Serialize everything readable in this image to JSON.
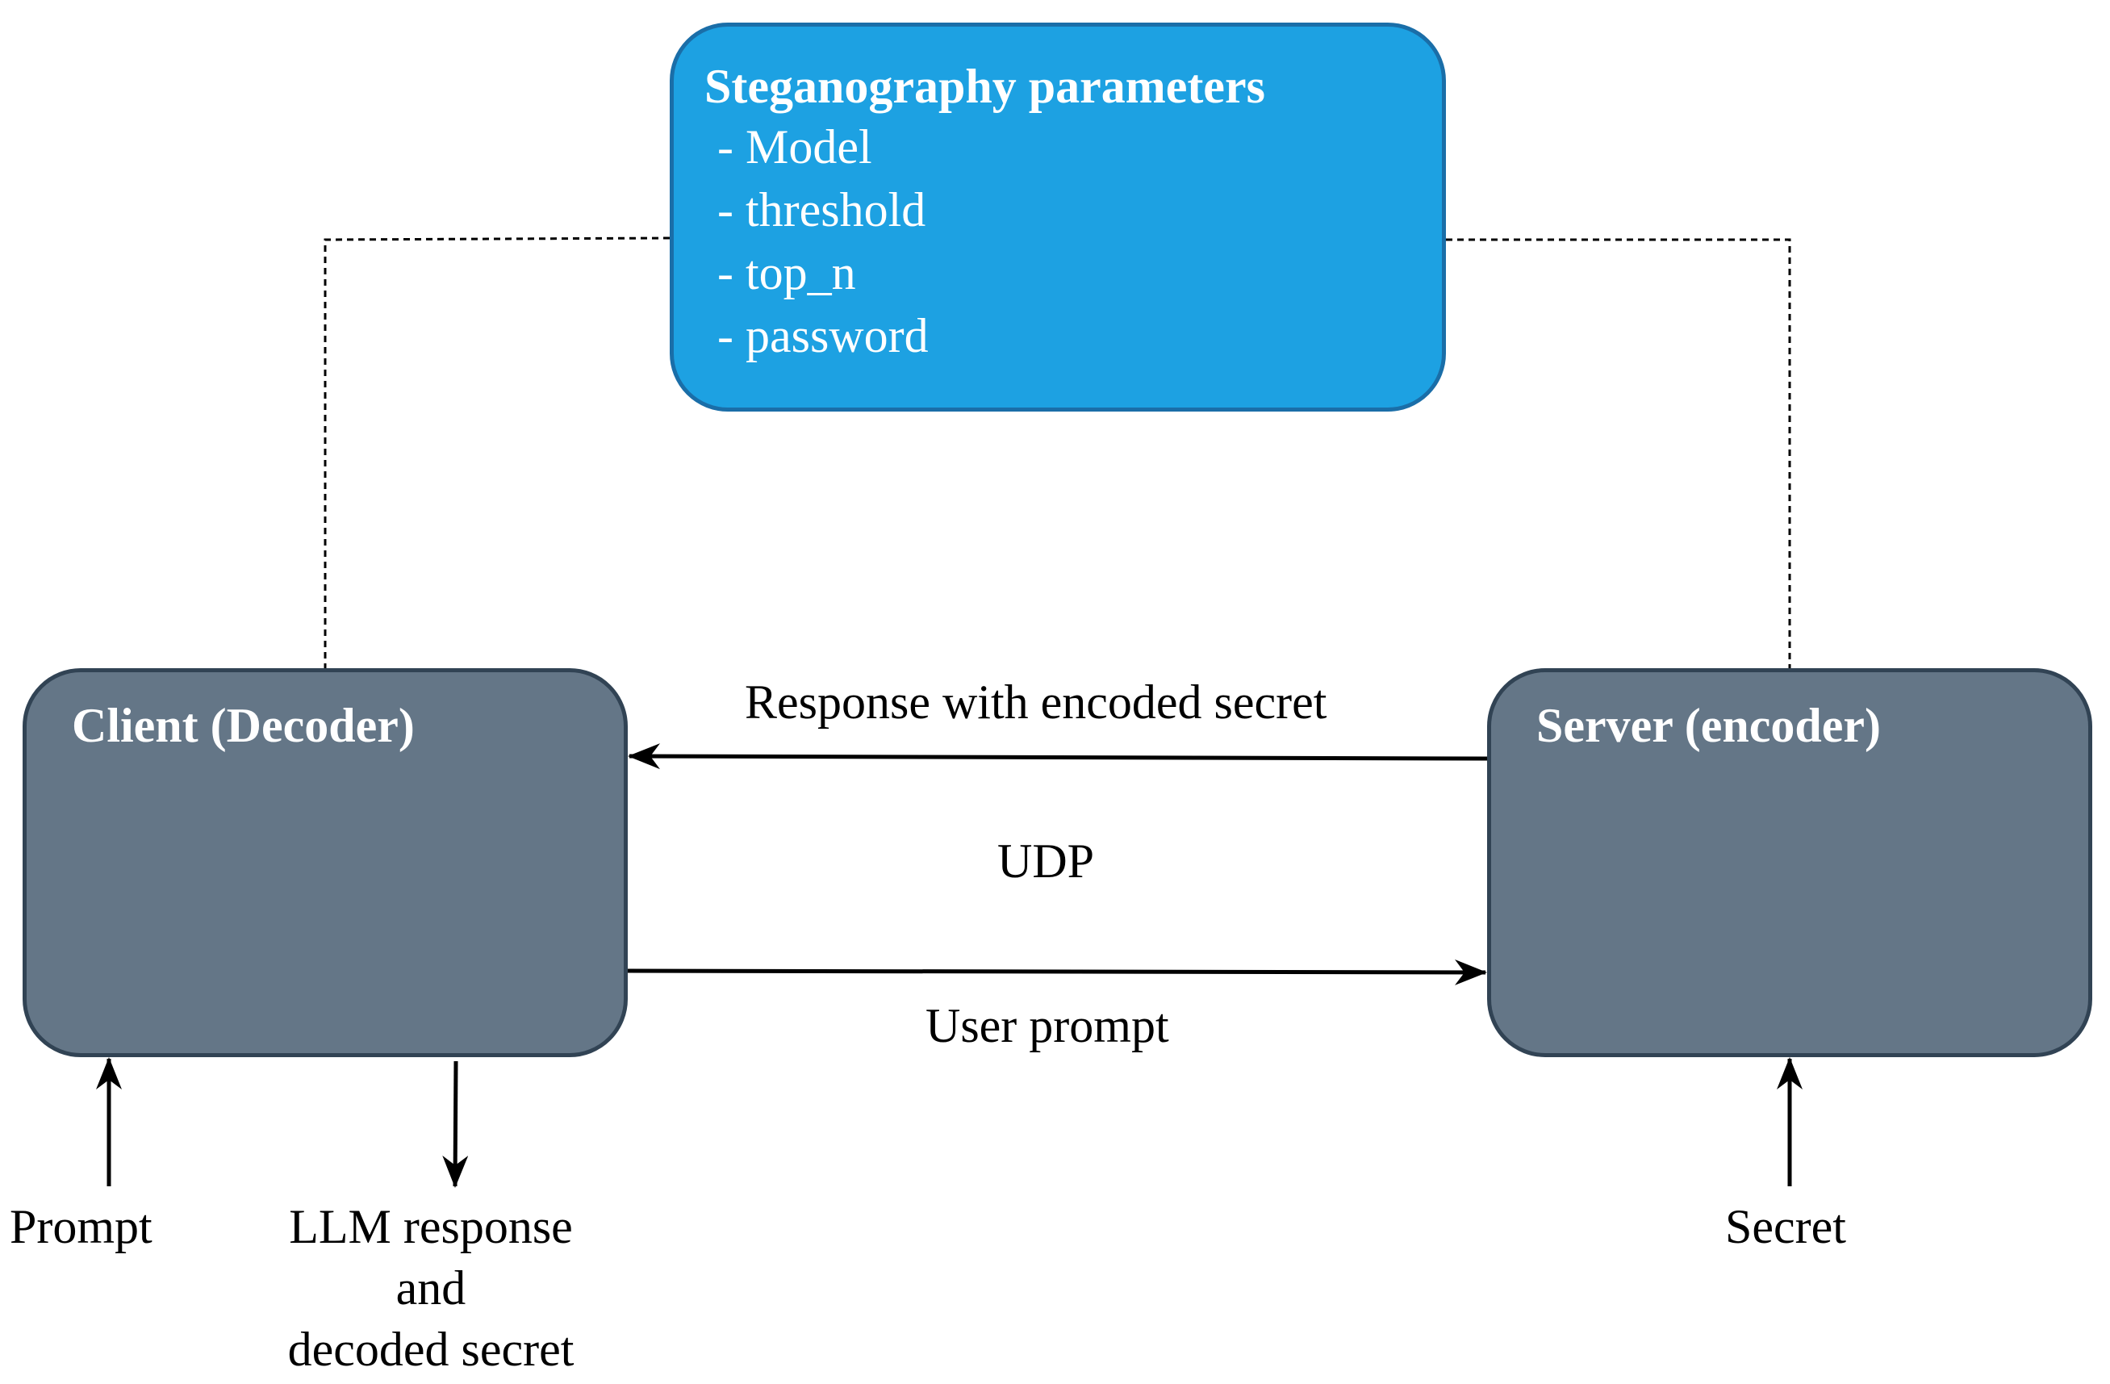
{
  "colors": {
    "params_fill": "#1da1e2",
    "params_border": "#1a6ea8",
    "node_fill": "#647687",
    "node_border": "#314354",
    "line": "#000000"
  },
  "params": {
    "title": "Steganography parameters",
    "items": [
      "- Model",
      "- threshold",
      "- top_n",
      "- password"
    ]
  },
  "client": {
    "title": "Client (Decoder)"
  },
  "server": {
    "title": "Server (encoder)"
  },
  "edges": {
    "response": "Response with encoded secret",
    "protocol": "UDP",
    "user_prompt": "User prompt"
  },
  "io": {
    "prompt": "Prompt",
    "llm_response_lines": [
      "LLM response",
      "and",
      "decoded secret"
    ],
    "secret": "Secret"
  }
}
